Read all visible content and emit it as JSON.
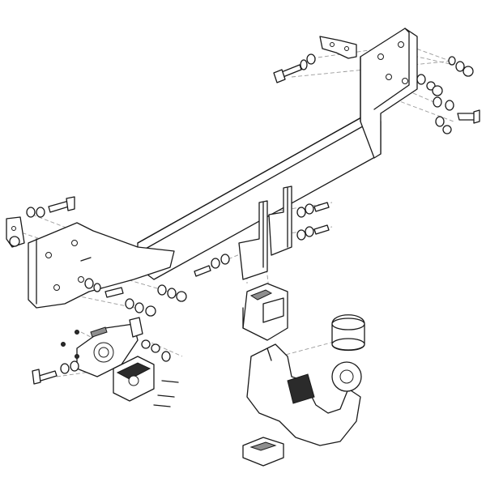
{
  "figure": {
    "kind": "exploded assembly drawing",
    "background": "#ffffff",
    "line_color": "#1a1a1a",
    "shade_color": "#8e8e8e",
    "callout_color": "#9a9a9a"
  },
  "parts": [
    {
      "name": "crossbar-beam"
    },
    {
      "name": "right-mounting-plate"
    },
    {
      "name": "left-mounting-plate"
    },
    {
      "name": "top-bracket"
    },
    {
      "name": "center-bracket"
    },
    {
      "name": "socket-plate"
    },
    {
      "name": "electrical-socket"
    },
    {
      "name": "receiver-housing"
    },
    {
      "name": "tow-ball-neck"
    },
    {
      "name": "tow-ball-cap"
    },
    {
      "name": "clip-part"
    }
  ]
}
